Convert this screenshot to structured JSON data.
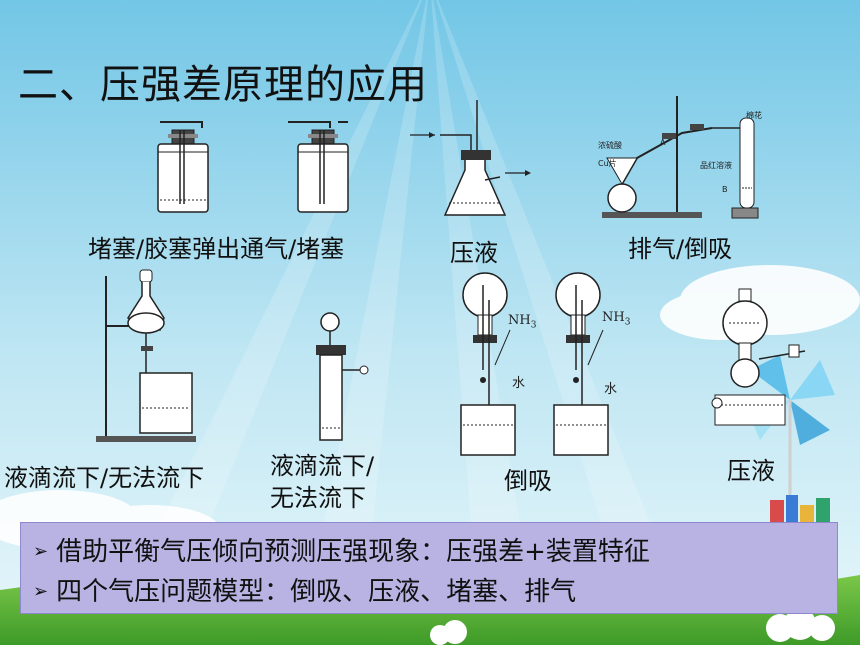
{
  "slide": {
    "title": "二、压强差原理的应用",
    "captions": {
      "plug_a": "堵塞/胶塞弹出通气/堵塞",
      "press_liquid_1": "压液",
      "vent_backflow": "排气/倒吸",
      "drip_1": "液滴流下/无法流下",
      "drip_2_line1": "液滴流下/",
      "drip_2_line2": "无法流下",
      "backflow": "倒吸",
      "press_liquid_2": "压液"
    },
    "diagram_labels": {
      "nh3_a": "NH3",
      "nh3_b": "NH3",
      "water_a": "水",
      "water_b": "水",
      "cotton": "棉花",
      "conc_acid": "浓硫酸",
      "cu": "Cu片",
      "a": "A",
      "b": "B",
      "pinkish": "品红溶液"
    },
    "summary": {
      "bullet_symbol": "➢",
      "line1": "借助平衡气压倾向预测压强现象：压强差+装置特征",
      "line2": "四个气压问题模型：倒吸、压液、堵塞、排气"
    }
  },
  "colors": {
    "sky_top": "#7ecbe8",
    "sky_bottom": "#d9f1f8",
    "grass": "#5fb83a",
    "summary_bg": "#b8b3e3",
    "liquid": "#ffffff"
  }
}
